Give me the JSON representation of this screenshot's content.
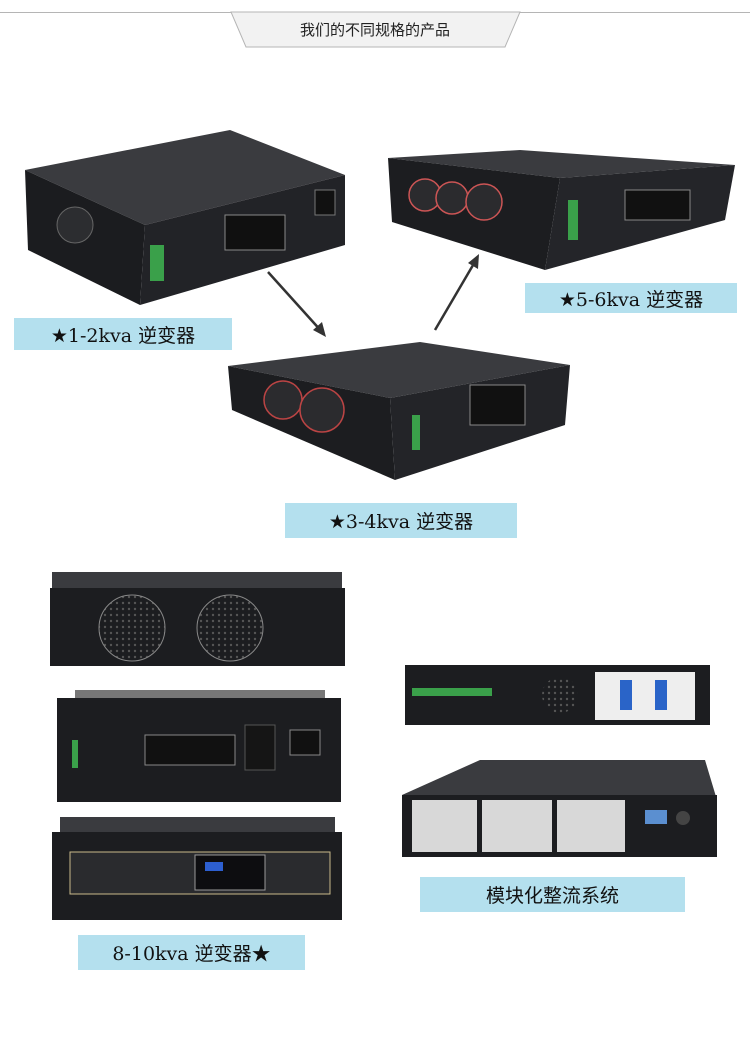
{
  "header": {
    "title": "我们的不同规格的产品"
  },
  "products": [
    {
      "label": "★1-2kva 逆变器"
    },
    {
      "label": "★5-6kva 逆变器"
    },
    {
      "label": "★3-4kva 逆变器"
    },
    {
      "label": "8-10kva 逆变器★"
    },
    {
      "label": "模块化整流系统"
    }
  ],
  "colors": {
    "label_bg": "#b4e0ee",
    "device": "#1e1f22"
  }
}
